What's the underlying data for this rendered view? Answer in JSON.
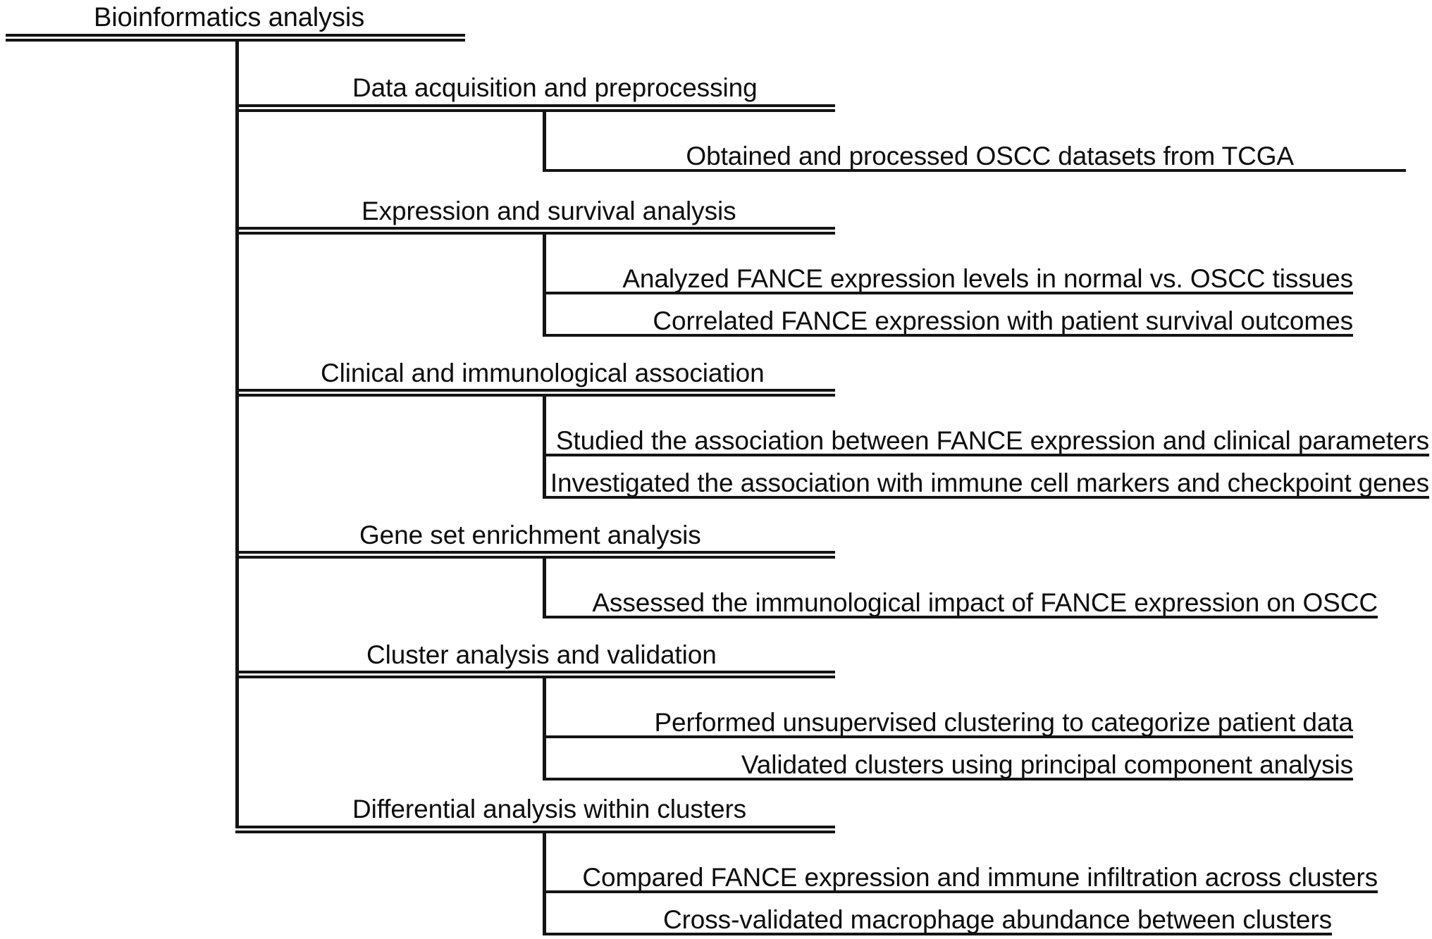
{
  "diagram": {
    "type": "hierarchical-bracket-flowchart",
    "title": "Bioinformatics analysis",
    "colors": {
      "line": "#141414",
      "text": "#0d0d0d",
      "background": "#ffffff"
    },
    "sections": [
      {
        "category": "Data acquisition and preprocessing",
        "items": [
          "Obtained and processed OSCC datasets from TCGA"
        ]
      },
      {
        "category": "Expression and survival analysis",
        "items": [
          "Analyzed FANCE expression levels in normal vs. OSCC tissues",
          "Correlated FANCE expression with patient survival outcomes"
        ]
      },
      {
        "category": "Clinical and immunological association",
        "items": [
          "Studied the association between FANCE expression and clinical parameters",
          "Investigated the association with immune cell markers and checkpoint genes"
        ]
      },
      {
        "category": "Gene set enrichment analysis",
        "items": [
          "Assessed the immunological impact of FANCE expression on OSCC"
        ]
      },
      {
        "category": "Cluster analysis and validation",
        "items": [
          "Performed unsupervised clustering to categorize patient data",
          "Validated clusters using principal component analysis"
        ]
      },
      {
        "category": "Differential analysis within clusters",
        "items": [
          "Compared FANCE expression and immune infiltration across clusters",
          "Cross-validated macrophage abundance between clusters"
        ]
      }
    ]
  }
}
